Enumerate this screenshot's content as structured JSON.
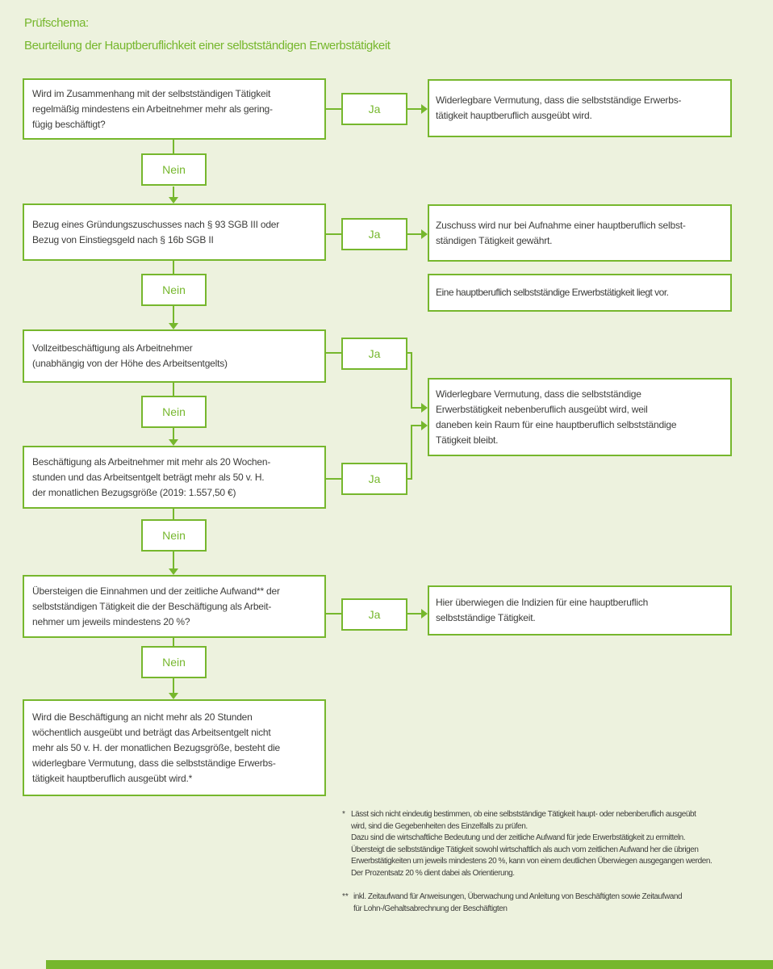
{
  "title": {
    "kicker": "Prüfschema:",
    "heading": "Beurteilung der Hauptberuflichkeit einer selbstständigen Erwerbstätigkeit"
  },
  "labels": {
    "yes": "Ja",
    "no": "Nein"
  },
  "flow": {
    "q1": "Wird im Zusammenhang mit der selbstständigen Tätigkeit\nregelmäßig mindestens ein Arbeitnehmer mehr als gering-\nfügig beschäftigt?",
    "r1": "Widerlegbare Vermutung, dass die selbstständige Erwerbs-\ntätigkeit hauptberuflich ausgeübt wird.",
    "q2": "Bezug eines Gründungszuschusses nach § 93 SGB III oder\nBezug von Einstiegsgeld nach § 16b SGB II",
    "r2": "Zuschuss wird nur bei Aufnahme einer hauptberuflich selbst-\nständigen Tätigkeit gewährt.",
    "r3": "Eine hauptberuflich selbstständige Erwerbstätigkeit liegt vor.",
    "q3": "Vollzeitbeschäftigung als Arbeitnehmer\n(unabhängig von der Höhe des Arbeitsentgelts)",
    "r4": "Widerlegbare Vermutung, dass die selbstständige\nErwerbstätigkeit nebenberuflich ausgeübt wird, weil\ndaneben kein Raum für eine hauptberuflich selbstständige\nTätigkeit bleibt.",
    "q4": "Beschäftigung als Arbeitnehmer mit mehr als 20 Wochen-\nstunden und das Arbeitsentgelt beträgt mehr als 50 v. H.\nder monatlichen Bezugsgröße (2019: 1.557,50 €)",
    "q5": "Übersteigen die Einnahmen und der zeitliche Aufwand** der\nselbstständigen Tätigkeit die der Beschäftigung als Arbeit-\nnehmer um jeweils mindestens 20 %?",
    "r5": "Hier überwiegen die Indizien für eine hauptberuflich\nselbstständige Tätigkeit.",
    "q6": "Wird die Beschäftigung an nicht mehr als 20 Stunden\nwöchentlich ausgeübt und beträgt das Arbeitsentgelt nicht\nmehr als 50 v. H. der monatlichen Bezugsgröße, besteht die\nwiderlegbare Vermutung, dass die selbstständige Erwerbs-\ntätigkeit hauptberuflich ausgeübt wird.*"
  },
  "footnotes": {
    "first_marker": "*",
    "first": "Lässt sich nicht eindeutig bestimmen, ob eine selbstständige Tätigkeit haupt- oder nebenberuflich ausgeübt\nwird, sind die Gegebenheiten des Einzelfalls zu prüfen.\nDazu sind die wirtschaftliche Bedeutung und der zeitliche Aufwand für jede Erwerbstätigkeit zu ermitteln.\nÜbersteigt die selbstständige Tätigkeit sowohl wirtschaftlich als auch vom zeitlichen Aufwand her die übrigen\nErwerbstätigkeiten um jeweils mindestens 20 %, kann von einem deutlichen Überwiegen ausgegangen werden.\nDer Prozentsatz 20 % dient dabei als Orientierung.",
    "second_marker": "**",
    "second": "inkl. Zeitaufwand für Anweisungen, Überwachung und Anleitung von Beschäftigten sowie Zeitaufwand\nfür Lohn-/Gehaltsabrechnung der Beschäftigten"
  },
  "colors": {
    "green": "#76b72d",
    "background": "#edf2de",
    "box_background": "#ffffff",
    "text": "#3d3d3b"
  }
}
